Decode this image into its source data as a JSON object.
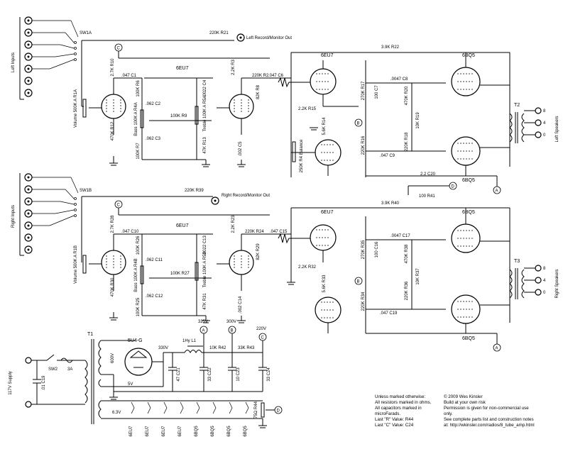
{
  "inputs": {
    "left": "Left Inputs",
    "right": "Right Inputs",
    "sw1a": "SW1A",
    "sw1b": "SW1B"
  },
  "outputs": {
    "left_record": "Left Record/Monitor Out",
    "right_record": "Right Record/Monitor Out",
    "left_speakers": "Left Speakers",
    "right_speakers": "Right Speakers",
    "taps": [
      "8",
      "4",
      "0"
    ]
  },
  "preamp_left": {
    "tube": "6EU7",
    "volume": "Volume 500K A R1A",
    "bass": "Bass 100K A R4A",
    "treble": "Treble 100K A R5A",
    "parts": [
      "220K R21",
      ".047 C1",
      ".0022 C4",
      ".062 C2",
      ".062 C3",
      "100K R6",
      "100K R9",
      "100K R7",
      "2.2K R3",
      "220K R2",
      "82K R8",
      ".047 C6",
      "470K R12",
      "2.7K R10",
      ".002 C5",
      "47K R13"
    ]
  },
  "preamp_right": {
    "tube": "6EU7",
    "volume": "Volume 500K A R1B",
    "bass": "Bass 100K A R4B",
    "treble": "Treble 100K A R5B",
    "parts": [
      "220K R39",
      ".047 C10",
      ".0022 C13",
      ".062 C11",
      ".062 C12",
      "100K R26",
      "100K R27",
      "100K R25",
      "2.2K R23",
      "220K R24",
      "82K R29",
      ".047 C15",
      "470K R30",
      "2.7K R28",
      ".002 C14",
      "47K R31"
    ]
  },
  "power_left": {
    "tube": "6EU7",
    "balance": "250K R4 Balance",
    "output_tubes": [
      "6BQ5",
      "6BQ5"
    ],
    "parts": [
      "3.9K R22",
      "2.2K R15",
      "5.6K R14",
      "270K R17",
      "220K R16",
      ".0047 C8",
      "100 C7",
      "470K R20",
      ".047 C9",
      "220K R18",
      "10K R19",
      "2.2 C20",
      "100 R41"
    ],
    "transformer": "T2"
  },
  "power_right": {
    "tube": "6EU7",
    "output_tubes": [
      "6BQ5",
      "6BQ5"
    ],
    "parts": [
      "3.9K R40",
      "2.2K R32",
      "5.6K R33",
      "270K R35",
      "220K R34",
      ".0047 C17",
      "100 C16",
      "470K R38",
      ".047 C19",
      "220K R36",
      "10K R37"
    ],
    "transformer": "T3"
  },
  "supply": {
    "label": "117V Supply",
    "t1": "T1",
    "sw2": "SW2",
    "fuse": "3A",
    "cap_in": ".01 C19",
    "rectifier": "5U4-G",
    "ct": "600V",
    "fivev": "5V",
    "choke": "1Hy L1",
    "b_plus": [
      "330V",
      "325V",
      "300V",
      "220V"
    ],
    "nodes": [
      "A",
      "B",
      "C",
      "D"
    ],
    "r42": "10K R42",
    "r43": "33K R43",
    "caps": [
      "47 C21",
      "33 C22",
      "10 C23",
      "33 C24"
    ],
    "heater": "6.3V",
    "hum": "75Ω R44",
    "heater_tubes": [
      "6EU7",
      "6EU7",
      "6EU7",
      "6EU7",
      "6BQ5",
      "6BQ5",
      "6BQ5",
      "6BQ5"
    ]
  },
  "notes": {
    "lines": [
      "Unless marked otherwise:",
      "All resistors marked in ohms.",
      "All capacitors marked in",
      "microFarads.",
      "Last \"R\" Value: R44",
      "Last \"C\" Value: C24"
    ]
  },
  "credits": {
    "lines": [
      "© 2009 Wes Kinsler",
      "Build at your own risk",
      "Permission is given for non-commercial use",
      "only.",
      "See complete parts list and construction notes",
      "at: http://wkinsler.com/radios/8_tube_amp.html"
    ]
  },
  "colors": {
    "ink": "#000000",
    "paper": "#ffffff"
  }
}
